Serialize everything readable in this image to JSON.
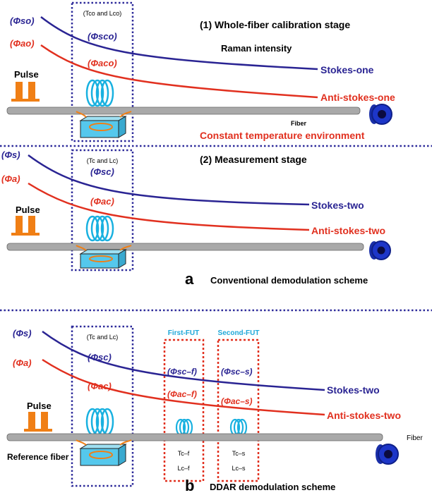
{
  "colors": {
    "stokes": "#2a2493",
    "antistokes": "#e1301f",
    "dotted_border": "#2d2a9a",
    "fut_border": "#e1301f",
    "fut_label": "#1fa8d8",
    "coil": "#19b1e0",
    "pulse": "#f07f15",
    "fiber": "#a9a9a9",
    "connector": "#1d36c8"
  },
  "panel_a": {
    "stage1": {
      "title": "(1) Whole-fiber calibration stage",
      "subtitle": "Raman intensity",
      "phi_so": "(Φso)",
      "phi_ao": "(Φao)",
      "phi_sco": "(Φsco)",
      "phi_aco": "(Φaco)",
      "box_label": "(Tco and Lco)",
      "stokes_label": "Stokes-one",
      "antistokes_label": "Anti-stokes-one",
      "pulse_label": "Pulse",
      "fiber_label": "Fiber",
      "environment_label": "Constant temperature environment"
    },
    "stage2": {
      "title": "(2) Measurement stage",
      "phi_s": "(Φs)",
      "phi_a": "(Φa)",
      "phi_sc": "(Φsc)",
      "phi_ac": "(Φac)",
      "box_label": "(Tc and Lc)",
      "stokes_label": "Stokes-two",
      "antistokes_label": "Anti-stokes-two",
      "pulse_label": "Pulse"
    },
    "letter": "a",
    "caption": "Conventional demodulation scheme"
  },
  "panel_b": {
    "phi_s": "(Φs)",
    "phi_a": "(Φa)",
    "phi_sc": "(Φsc)",
    "phi_ac": "(Φac)",
    "box_label": "(Tc and Lc)",
    "fut1_title": "First-FUT",
    "fut2_title": "Second-FUT",
    "phi_sc_f": "(Φsc–f)",
    "phi_ac_f": "(Φac–f)",
    "phi_sc_s": "(Φsc–s)",
    "phi_ac_s": "(Φac–s)",
    "t_cf": "Tc–f",
    "l_cf": "Lc–f",
    "t_cs": "Tc–s",
    "l_cs": "Lc–s",
    "stokes_label": "Stokes-two",
    "antistokes_label": "Anti-stokes-two",
    "pulse_label": "Pulse",
    "fiber_label": "Fiber",
    "reference_label": "Reference fiber",
    "letter": "b",
    "caption": "DDAR demodulation scheme"
  }
}
